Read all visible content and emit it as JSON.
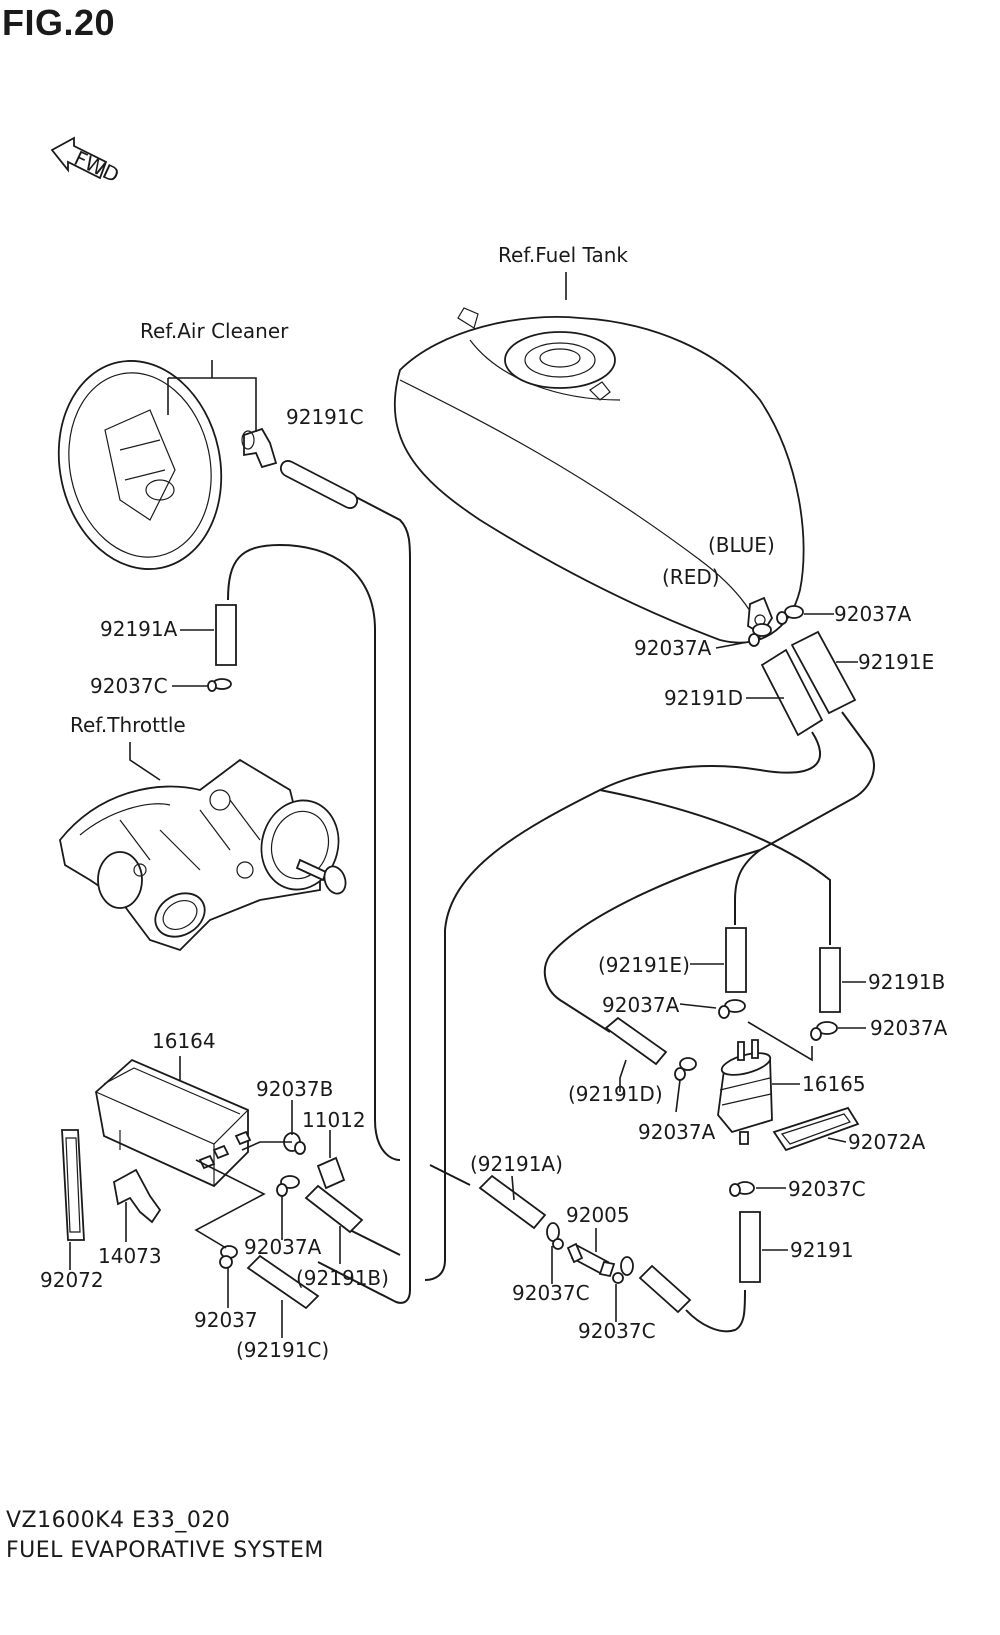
{
  "figure": {
    "title": "FIG.20"
  },
  "footer": {
    "model_code": "VZ1600K4 E33_020",
    "system_name": "FUEL EVAPORATIVE SYSTEM"
  },
  "direction": {
    "fwd_label": "FWD"
  },
  "references": {
    "fuel_tank": "Ref.Fuel Tank",
    "air_cleaner": "Ref.Air Cleaner",
    "throttle": "Ref.Throttle"
  },
  "tank_markings": {
    "blue": "(BLUE)",
    "red": "(RED)"
  },
  "part_labels": {
    "p92191C_top": "92191C",
    "p92191A": "92191A",
    "p92037C_throttle": "92037C",
    "p92037A_tank_right": "92037A",
    "p92037A_tank_left": "92037A",
    "p92191E": "92191E",
    "p92191D": "92191D",
    "p92191E_paren": "(92191E)",
    "p92191B": "92191B",
    "p92037A_sep_left": "92037A",
    "p92037A_sep_right": "92037A",
    "p16165": "16165",
    "p92191D_paren": "(92191D)",
    "p92037A_sep_bottom": "92037A",
    "p92072A": "92072A",
    "p92037C_sep_bottom": "92037C",
    "p92191": "92191",
    "p16164": "16164",
    "p92037B": "92037B",
    "p11012": "11012",
    "p92191A_paren": "(92191A)",
    "p92005": "92005",
    "p14073": "14073",
    "p92072": "92072",
    "p92037A_canister": "92037A",
    "p92191B_paren": "(92191B)",
    "p92037C_valve_left": "92037C",
    "p92037C_valve_right": "92037C",
    "p92037": "92037",
    "p92191C_paren": "(92191C)"
  }
}
